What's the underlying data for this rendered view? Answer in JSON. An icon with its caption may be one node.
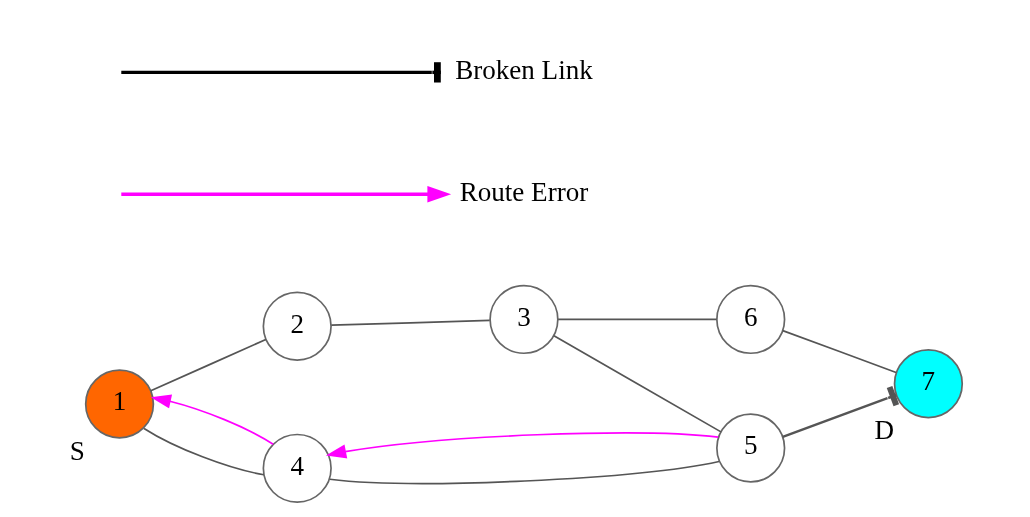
{
  "diagram": {
    "nodes": [
      {
        "text": [
          "1"
        ],
        "beside": [
          "S"
        ]
      },
      {
        "text": [
          "2"
        ]
      },
      {
        "text": [
          "3"
        ]
      },
      {
        "text": [
          "4"
        ]
      },
      {
        "text": [
          "5"
        ]
      },
      {
        "text": [
          "6"
        ]
      },
      {
        "text": [
          "7"
        ],
        "beside": [
          "D"
        ]
      }
    ],
    "edges": [
      {
        "from": 0,
        "to": 1,
        "arrow": "none"
      },
      {
        "from": 1,
        "to": 2,
        "arrow": "none"
      },
      {
        "from": 2,
        "to": 5,
        "arrow": "none"
      },
      {
        "from": 5,
        "to": 6,
        "arrow": "none"
      },
      {
        "from": 2,
        "to": 4,
        "arrow": "none"
      },
      {
        "from": 4,
        "to": 6,
        "arrow": "other"
      },
      {
        "from": 0,
        "to": 3,
        "arrow": "none"
      },
      {
        "from": 3,
        "to": 4,
        "arrow": "none"
      },
      {
        "from": 4,
        "to": 3,
        "arrow": "to",
        "color": "#ff00ff"
      },
      {
        "from": 3,
        "to": 0,
        "arrow": "to",
        "color": "#ff00ff"
      }
    ],
    "legend": [
      {
        "text": "Broken Link"
      },
      {
        "text": "Route Error"
      }
    ]
  }
}
